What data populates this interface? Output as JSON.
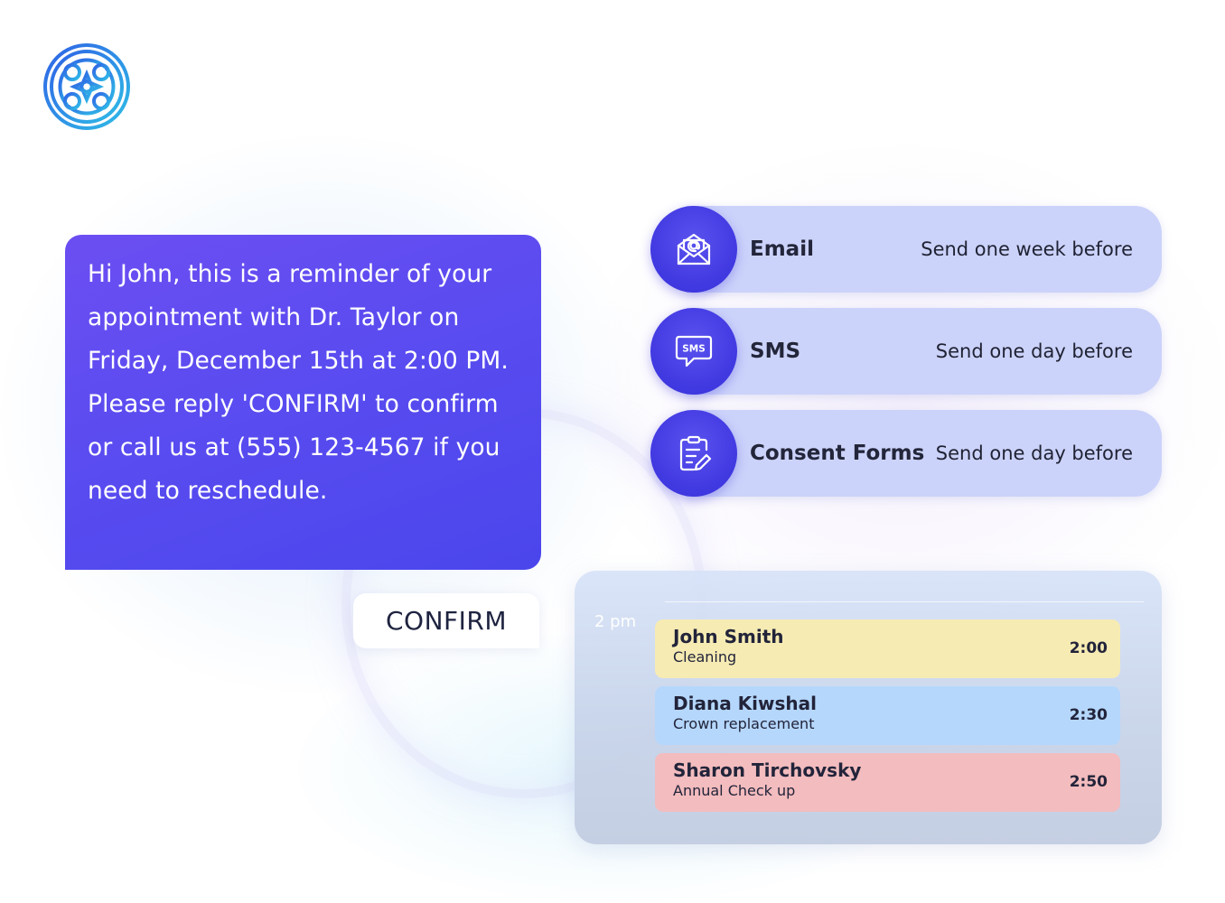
{
  "brand": {
    "logo_icon": "celtic-knot-logo-icon",
    "colors": {
      "logo_start": "#2f6fe6",
      "logo_end": "#2fb4e6",
      "bubble": "#5a4cf0",
      "pill": "#ccd3fa",
      "icon_circle": "#4038e0"
    }
  },
  "message": {
    "text": "Hi John, this is a reminder of your appointment with Dr. Taylor on Friday, December 15th at 2:00 PM. Please reply 'CONFIRM' to confirm or call us at (555) 123-4567 if you need to reschedule.",
    "reply": "CONFIRM"
  },
  "channels": [
    {
      "name": "Email",
      "timing": "Send one week before",
      "icon": "email-at-icon"
    },
    {
      "name": "SMS",
      "timing": "Send one day before",
      "icon": "sms-chat-icon",
      "icon_text": "SMS"
    },
    {
      "name": "Consent Forms",
      "timing": "Send one day before",
      "icon": "clipboard-pen-icon"
    }
  ],
  "schedule": {
    "time_label": "2 pm",
    "appointments": [
      {
        "name": "John Smith",
        "type": "Cleaning",
        "time": "2:00",
        "color": "#f6ebb3"
      },
      {
        "name": "Diana Kiwshal",
        "type": "Crown replacement",
        "time": "2:30",
        "color": "#b5d7fc"
      },
      {
        "name": "Sharon Tirchovsky",
        "type": "Annual Check up",
        "time": "2:50",
        "color": "#f3bcbe"
      }
    ]
  }
}
